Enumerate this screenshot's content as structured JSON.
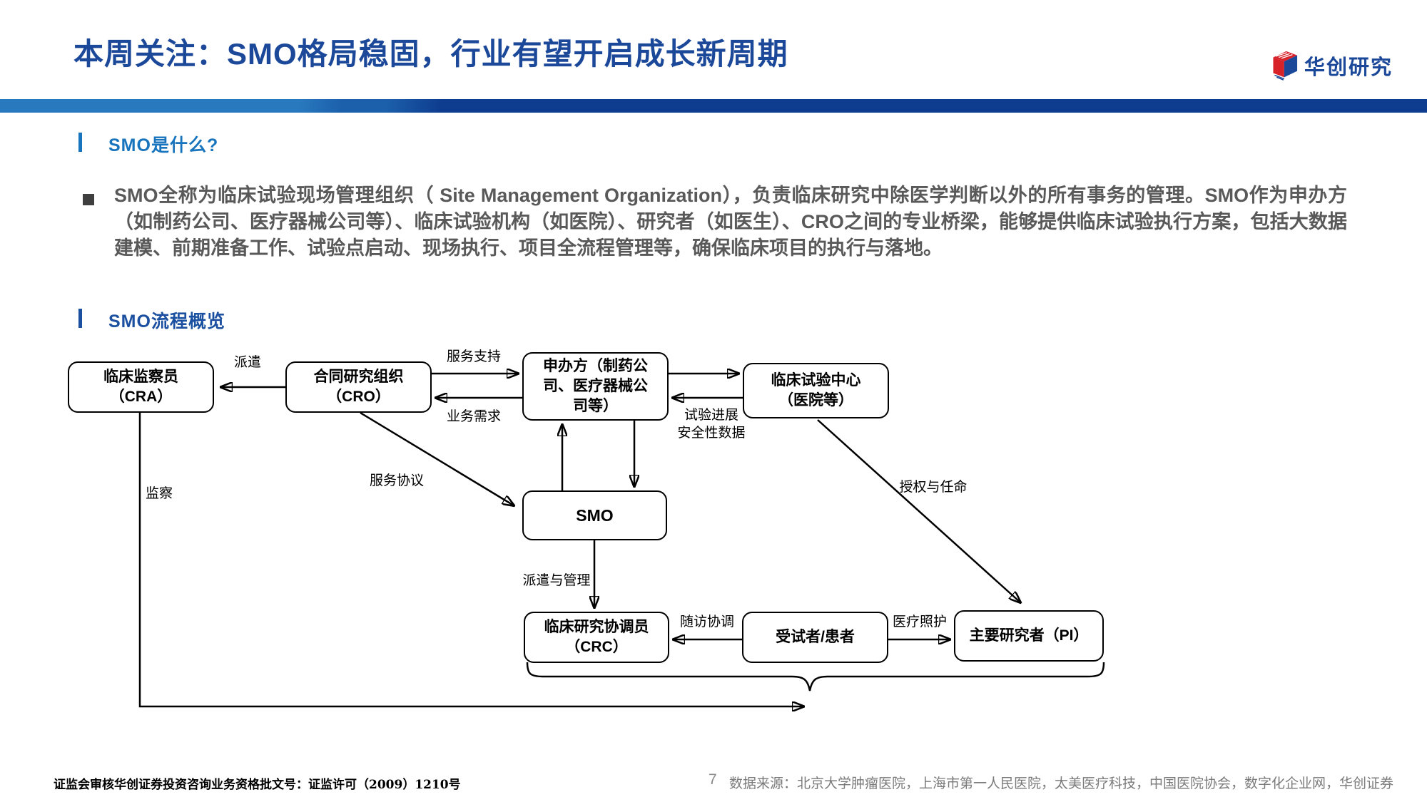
{
  "header": {
    "title": "本周关注：SMO格局稳固，行业有望开启成长新周期",
    "logo_text": "华创研究"
  },
  "sections": {
    "what_is_smo": "SMO是什么?",
    "smo_process": "SMO流程概览"
  },
  "bullet": {
    "text": "SMO全称为临床试验现场管理组织（ Site Management Organization），负责临床研究中除医学判断以外的所有事务的管理。SMO作为申办方（如制药公司、医疗器械公司等）、临床试验机构（如医院）、研究者（如医生）、CRO之间的专业桥梁，能够提供临床试验执行方案，包括大数据建模、前期准备工作、试验点启动、现场执行、项目全流程管理等，确保临床项目的执行与落地。"
  },
  "diagram": {
    "nodes": [
      {
        "id": "cra",
        "label": "临床监察员\n（CRA）"
      },
      {
        "id": "cro",
        "label": "合同研究组织\n（CRO）"
      },
      {
        "id": "sponsor",
        "label": "申办方（制药公\n司、医疗器械公\n司等）"
      },
      {
        "id": "site",
        "label": "临床试验中心\n（医院等）"
      },
      {
        "id": "smo",
        "label": "SMO"
      },
      {
        "id": "crc",
        "label": "临床研究协调员\n（CRC）"
      },
      {
        "id": "patient",
        "label": "受试者/患者"
      },
      {
        "id": "pi",
        "label": "主要研究者（PI）"
      }
    ],
    "edge_labels": [
      {
        "id": "dispatch",
        "text": "派遣"
      },
      {
        "id": "service-support",
        "text": "服务支持"
      },
      {
        "id": "business-demand",
        "text": "业务需求"
      },
      {
        "id": "trial-progress",
        "text": "试验进展\n安全性数据"
      },
      {
        "id": "service-agreement",
        "text": "服务协议"
      },
      {
        "id": "supervise",
        "text": "监察"
      },
      {
        "id": "dispatch-manage",
        "text": "派遣与管理"
      },
      {
        "id": "followup",
        "text": "随访协调"
      },
      {
        "id": "medical-care",
        "text": "医疗照护"
      },
      {
        "id": "authorize",
        "text": "授权与任命"
      }
    ]
  },
  "footer": {
    "license": "证监会审核华创证券投资咨询业务资格批文号：证监许可（2009）1210号",
    "page": "7",
    "source": "数据来源：北京大学肿瘤医院，上海市第一人民医院，太美医疗科技，中国医院协会，数字化企业网，华创证券"
  },
  "colors": {
    "title_blue": "#1B4899",
    "bar_light_blue": "#2979BE",
    "bar_dark_blue": "#0E3C8E",
    "heading1_blue": "#1874BC",
    "heading2_blue": "#1B50A0",
    "body_gray": "#595959",
    "footer_gray": "#7A7A7A",
    "logo_red": "#D8222A"
  }
}
